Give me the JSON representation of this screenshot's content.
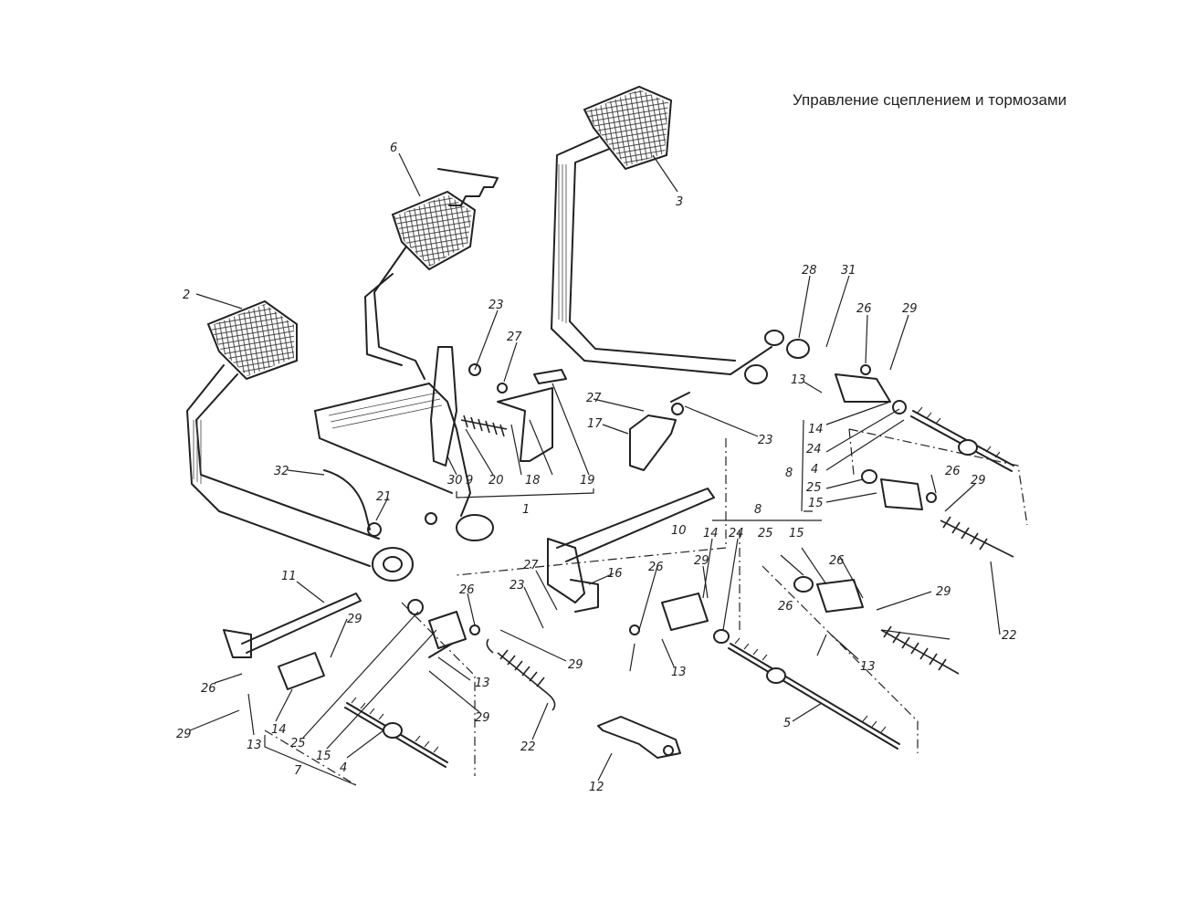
{
  "title": "Управление сцеплением и тормозами",
  "labels": {
    "l2": "2",
    "l6": "6",
    "l3": "3",
    "l23a": "23",
    "l27a": "27",
    "l28": "28",
    "l31": "31",
    "l26a": "26",
    "l29a": "29",
    "l13a": "13",
    "l14a": "14",
    "l24a": "24",
    "l4a": "4",
    "l8a": "8",
    "l25a": "25",
    "l15a": "15",
    "l26b": "26",
    "l29b": "29",
    "l27b": "27",
    "l17": "17",
    "l23b": "23",
    "l32": "32",
    "l21": "21",
    "l30": "30",
    "l9": "9",
    "l20": "20",
    "l18": "18",
    "l19": "19",
    "l1": "1",
    "l10": "10",
    "l8b": "8",
    "l14b": "14",
    "l24b": "24",
    "l25b": "25",
    "l15b": "15",
    "l26c": "26",
    "l11": "11",
    "l16": "16",
    "l27c": "27",
    "l23c": "23",
    "l26d": "26",
    "l26e": "26",
    "l29c": "29",
    "l29d": "29",
    "l26f": "26",
    "l29e": "29",
    "l13b": "13",
    "l29f": "29",
    "l13c": "13",
    "l22a": "22",
    "l13d": "13",
    "l29g": "29",
    "l26g": "26",
    "l29h": "29",
    "l13e": "13",
    "l14c": "14",
    "l25c": "25",
    "l15c": "15",
    "l4b": "4",
    "l7": "7",
    "l22b": "22",
    "l12": "12",
    "l5": "5"
  },
  "colors": {
    "ink": "#222222",
    "paper": "#ffffff"
  }
}
